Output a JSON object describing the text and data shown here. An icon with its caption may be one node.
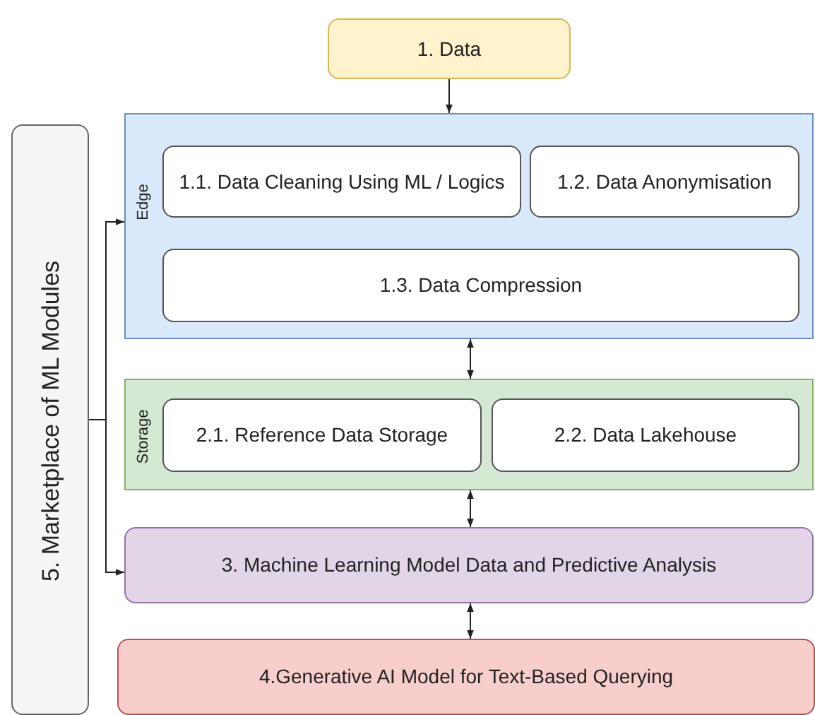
{
  "diagram": {
    "nodes": [
      {
        "text": [
          "1. Data"
        ]
      },
      {
        "text": [
          "Edge"
        ]
      },
      {
        "text": [
          "1.1. Data Cleaning Using ML / Logics"
        ],
        "in": 1
      },
      {
        "text": [
          "1.2. Data Anonymisation"
        ],
        "in": 1
      },
      {
        "text": [
          "1.3. Data Compression"
        ],
        "in": 1
      },
      {
        "text": [
          "Storage"
        ]
      },
      {
        "text": [
          "2.1. Reference Data Storage"
        ],
        "in": 5
      },
      {
        "text": [
          "2.2. Data Lakehouse"
        ],
        "in": 5
      },
      {
        "text": [
          "3. Machine Learning Model Data and Predictive Analysis"
        ]
      },
      {
        "text": [
          "4.Generative AI Model for Text-Based Querying"
        ]
      },
      {
        "text": [
          "5. Marketplace of ML Modules"
        ]
      }
    ],
    "edges": [
      {
        "from": 0,
        "to": 1,
        "arrow": "to"
      },
      {
        "from": 1,
        "to": 5,
        "arrow": "both"
      },
      {
        "from": 5,
        "to": 8,
        "arrow": "both"
      },
      {
        "from": 8,
        "to": 9,
        "arrow": "both"
      },
      {
        "from": 10,
        "to": 1,
        "arrow": "to"
      },
      {
        "from": 10,
        "to": 8,
        "arrow": "to"
      }
    ]
  }
}
